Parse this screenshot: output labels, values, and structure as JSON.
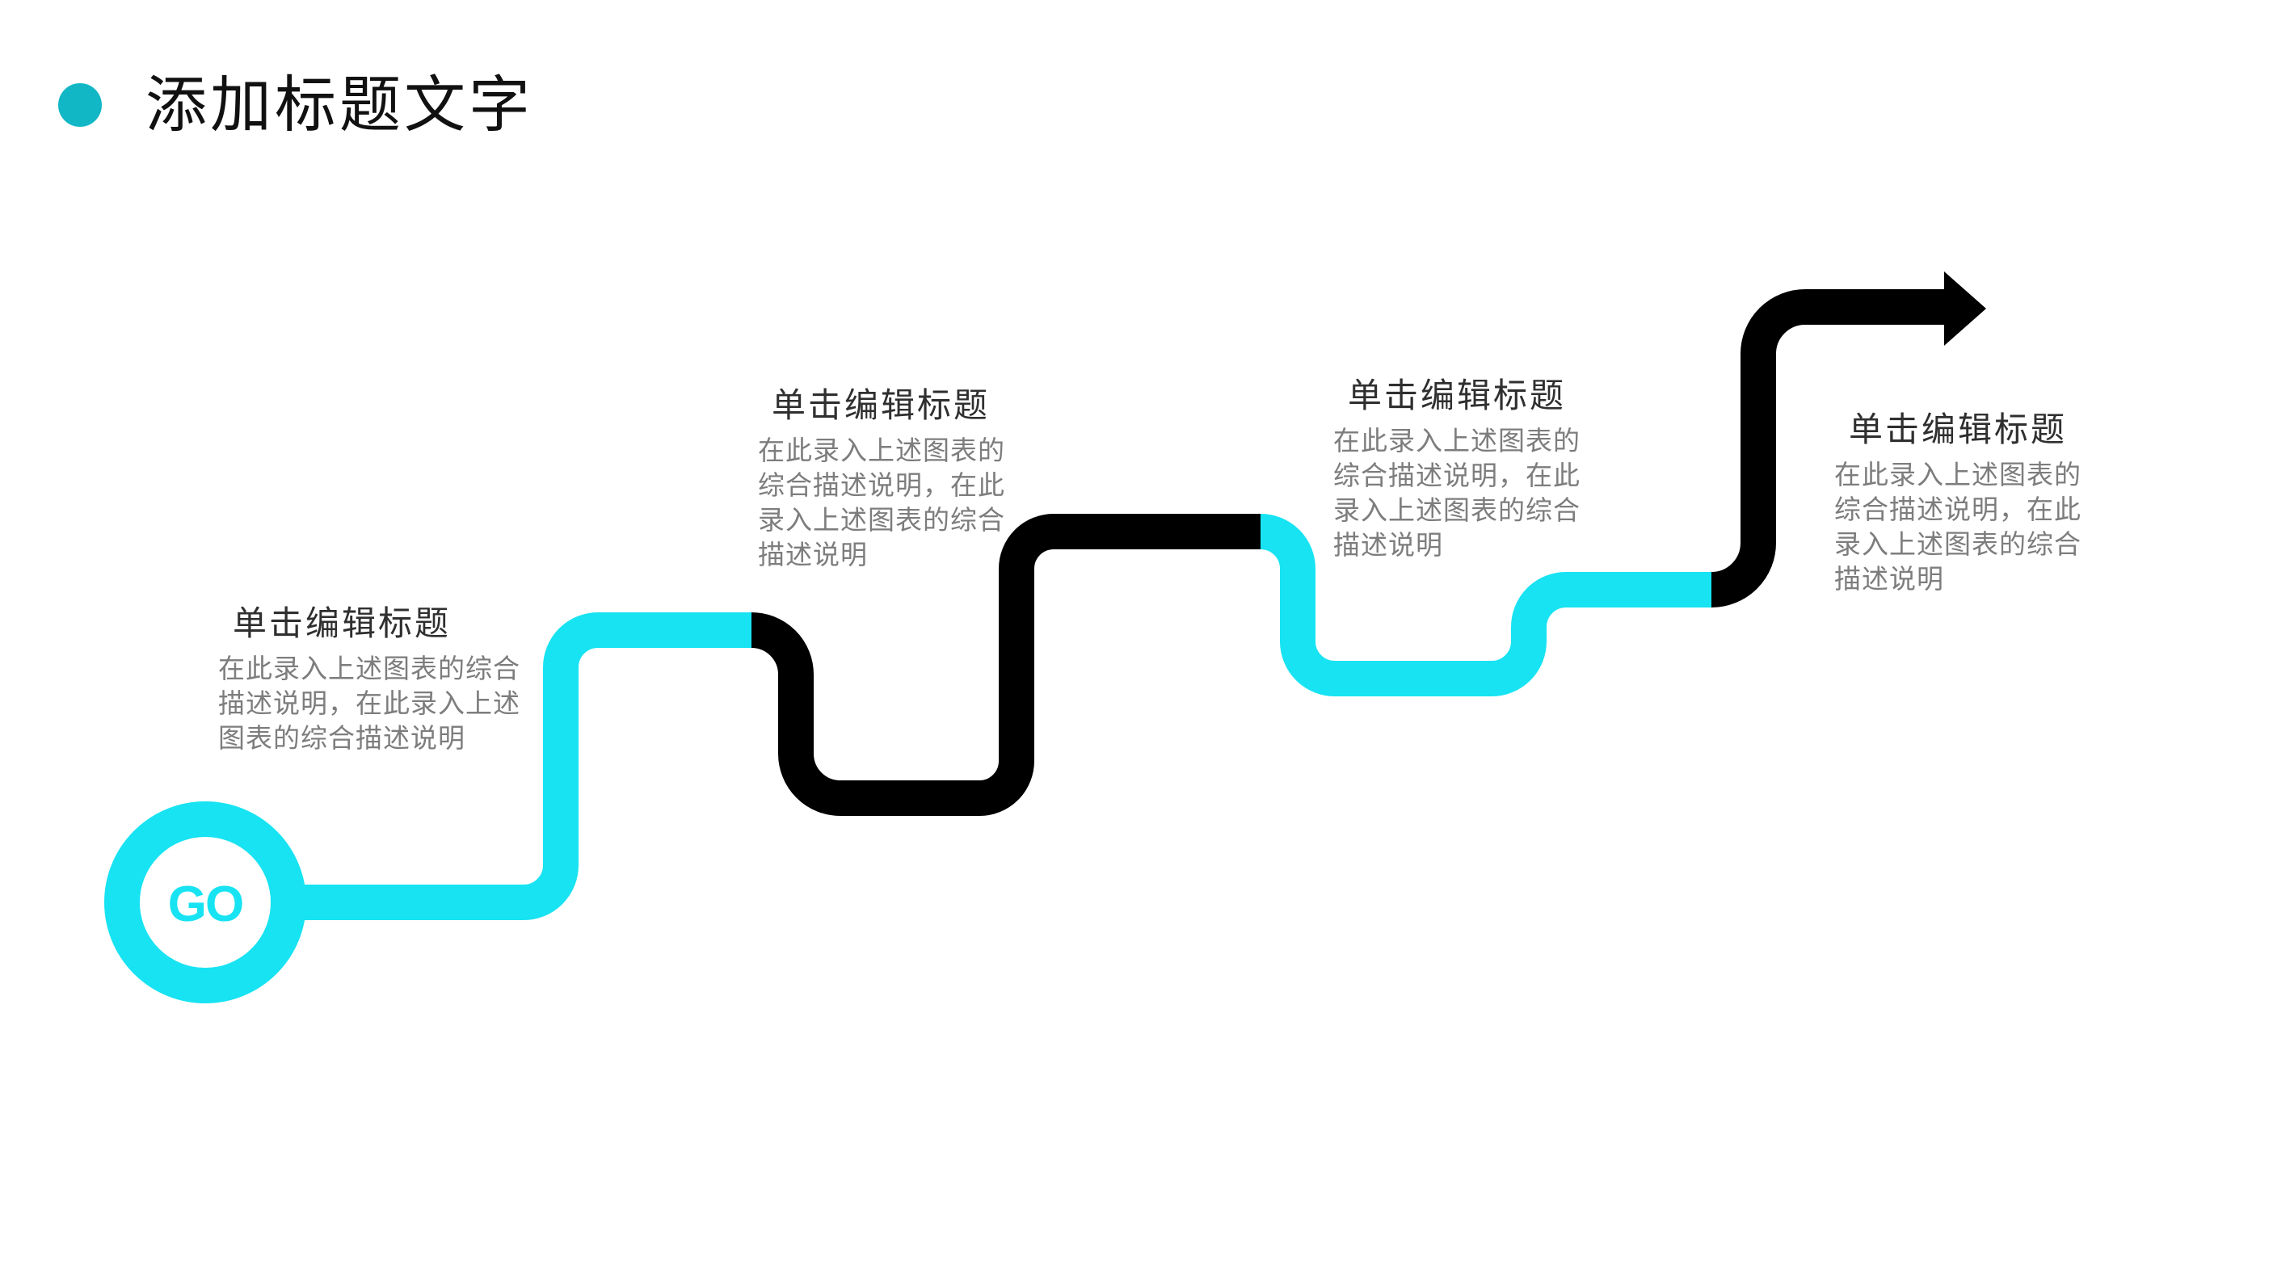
{
  "header": {
    "title": "添加标题文字"
  },
  "start": {
    "label": "GO"
  },
  "colors": {
    "accent": "#17e3f2",
    "dark": "#000000",
    "title_dot": "#12b7c6"
  },
  "steps": [
    {
      "title": "单击编辑标题",
      "description": "在此录入上述图表的综合\n描述说明，在此录入上述\n图表的综合描述说明"
    },
    {
      "title": "单击编辑标题",
      "description": "在此录入上述图表的\n综合描述说明，在此\n录入上述图表的综合\n描述说明"
    },
    {
      "title": "单击编辑标题",
      "description": "在此录入上述图表的\n综合描述说明，在此\n录入上述图表的综合\n描述说明"
    },
    {
      "title": "单击编辑标题",
      "description": "在此录入上述图表的\n综合描述说明，在此\n录入上述图表的综合\n描述说明"
    }
  ]
}
